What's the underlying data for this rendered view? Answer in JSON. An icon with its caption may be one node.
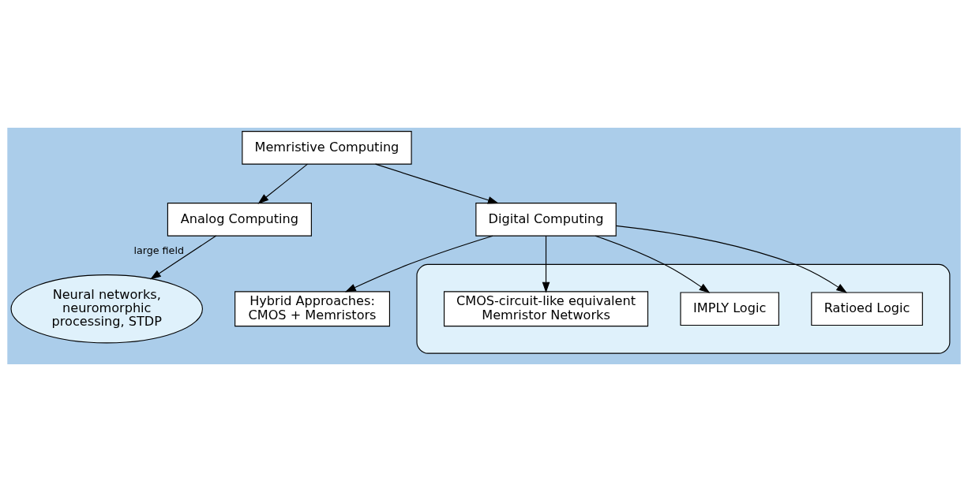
{
  "diagram": {
    "nodes": [
      {
        "text": [
          "Memristive Computing"
        ]
      },
      {
        "text": [
          "Analog Computing"
        ]
      },
      {
        "text": [
          "Digital Computing"
        ]
      },
      {
        "text": [
          "Neural networks, neuromorphic processing, STDP"
        ]
      },
      {
        "text": [
          "Hybrid Approaches: CMOS + Memristors"
        ]
      },
      {
        "text": [],
        "shape": "ellipse"
      },
      {
        "text": [
          "Ratioed Logic"
        ],
        "in": 5
      },
      {
        "text": [
          "IMPLY Logic"
        ],
        "in": 5
      },
      {
        "text": [
          "CMOS-circuit-like equivalent Memristor Networks"
        ],
        "in": 5
      }
    ],
    "edges": [
      {
        "from": 0,
        "to": 1,
        "arrow": "to"
      },
      {
        "from": 0,
        "to": 2,
        "arrow": "to"
      },
      {
        "from": 1,
        "to": 3,
        "arrow": "to",
        "label": "large field"
      },
      {
        "from": 2,
        "to": 4,
        "arrow": "to"
      },
      {
        "from": 2,
        "to": 6,
        "arrow": "to"
      },
      {
        "from": 2,
        "to": 7,
        "arrow": "to"
      },
      {
        "from": 2,
        "to": 8,
        "arrow": "to"
      }
    ]
  }
}
